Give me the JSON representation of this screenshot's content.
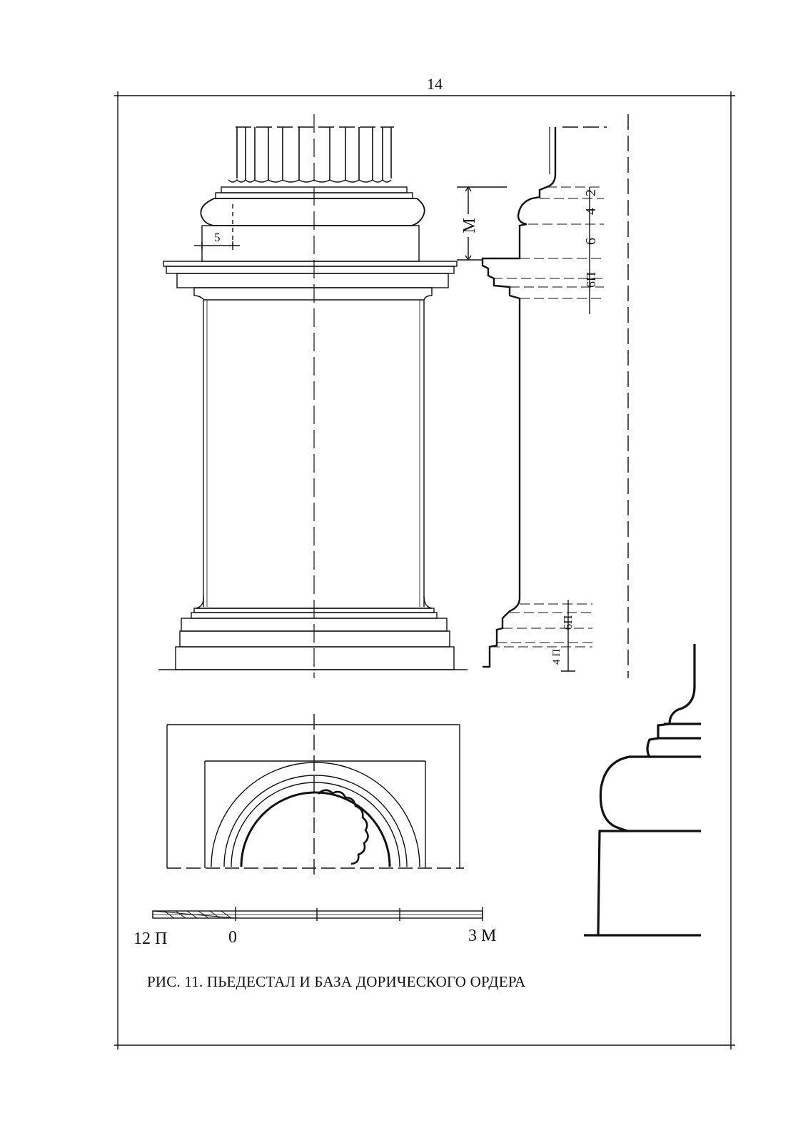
{
  "page": {
    "number": "14",
    "caption": "РИС. 11. ПЬЕДЕСТАЛ И БАЗА ДОРИЧЕСКОГО ОРДЕРА"
  },
  "dimensions": {
    "base_offset": "5",
    "module_label": "M",
    "profile_top": "2",
    "profile_mid": "4",
    "profile_six": "6",
    "cornice_height": "6П",
    "plinth_height": "6П",
    "bottom_height": "4 П"
  },
  "scale": {
    "left_label": "12 П",
    "zero_label": "0",
    "right_label": "3 М"
  }
}
